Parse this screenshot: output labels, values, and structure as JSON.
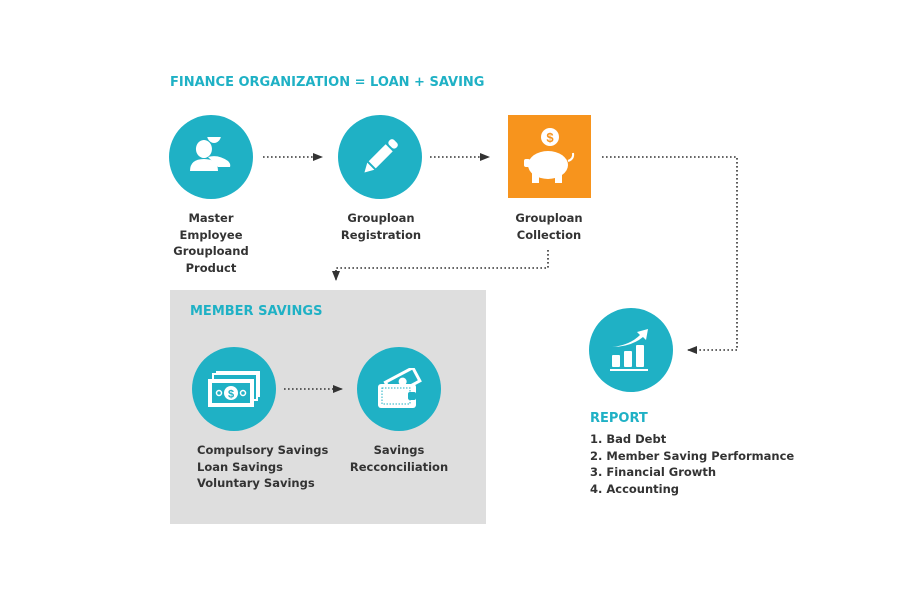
{
  "title": "FINANCE ORGANIZATION = LOAN + SAVING",
  "colors": {
    "teal": "#1fb1c5",
    "orange": "#f7941d",
    "gray_box": "#dedede",
    "text": "#333333"
  },
  "steps": [
    {
      "icon": "users-icon",
      "lines": [
        "Master",
        "Employee",
        "Grouploand",
        "Product"
      ]
    },
    {
      "icon": "pencil-icon",
      "lines": [
        "Grouploan",
        "Registration"
      ]
    },
    {
      "icon": "piggy-bank-icon",
      "lines": [
        "Grouploan",
        "Collection"
      ]
    }
  ],
  "member_savings": {
    "title": "MEMBER SAVINGS",
    "items": [
      {
        "icon": "money-stack-icon",
        "lines": [
          "Compulsory Savings",
          "Loan Savings",
          "Voluntary Savings"
        ]
      },
      {
        "icon": "wallet-icon",
        "lines": [
          "Savings",
          "Recconciliation"
        ]
      }
    ]
  },
  "report": {
    "icon": "growth-chart-icon",
    "title": "REPORT",
    "items": [
      "1. Bad Debt",
      "2. Member Saving Performance",
      "3. Financial Growth",
      "4. Accounting"
    ]
  }
}
